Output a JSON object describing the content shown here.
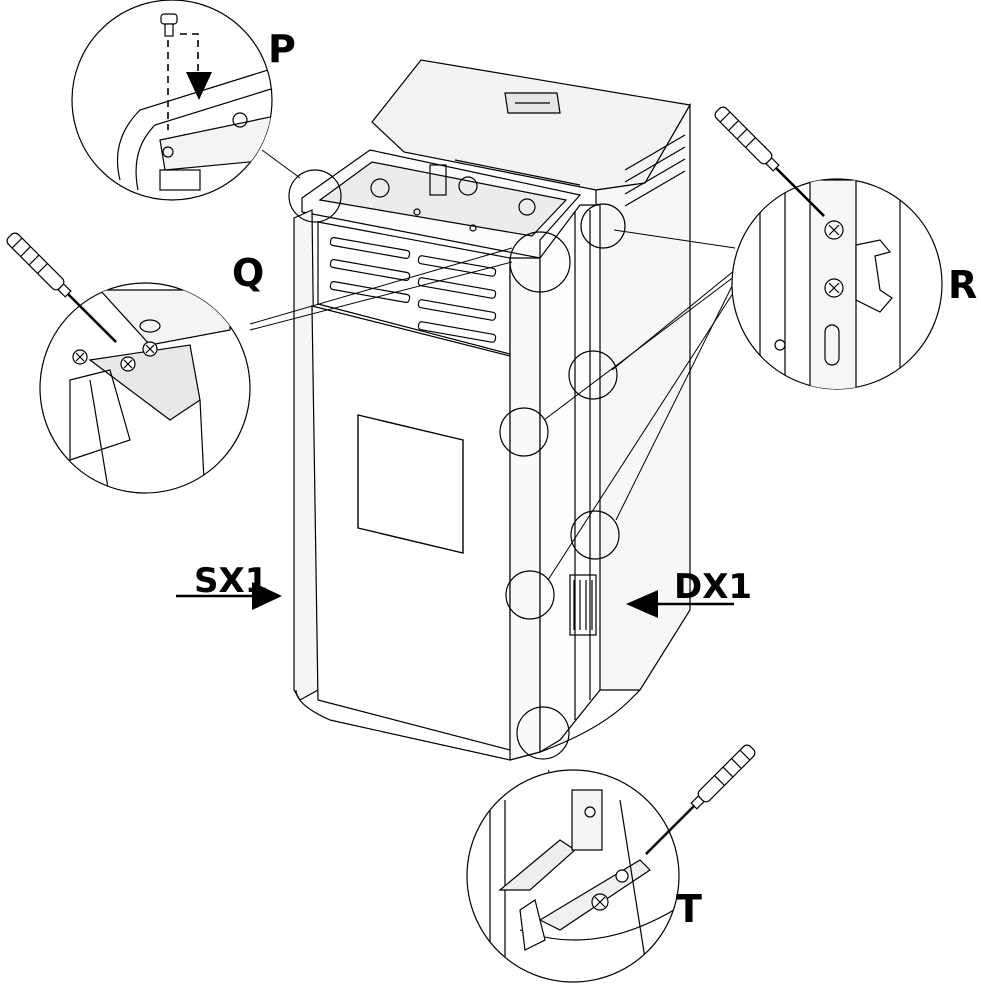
{
  "labels": {
    "p": "P",
    "q": "Q",
    "r": "R",
    "t": "T",
    "sx1": "SX1",
    "dx1": "DX1"
  },
  "colors": {
    "ink": "#000000",
    "fill_light": "#f2f2f2",
    "fill_mid": "#e4e4e4",
    "background": "#ffffff"
  },
  "icons": [
    "screwdriver-icon",
    "screw-head-icon",
    "arrow-right-icon",
    "arrow-left-icon",
    "arrow-down-icon"
  ]
}
